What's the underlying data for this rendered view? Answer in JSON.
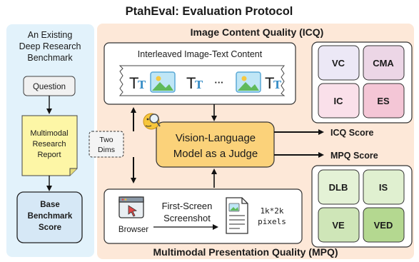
{
  "title": "PtahEval: Evaluation Protocol",
  "left_panel": {
    "heading_line1": "An Existing",
    "heading_line2": "Deep Research",
    "heading_line3": "Benchmark",
    "question_label": "Question",
    "report_line1": "Multimodal",
    "report_line2": "Research",
    "report_line3": "Report",
    "base_line1": "Base",
    "base_line2": "Benchmark",
    "base_line3": "Score"
  },
  "two_dims": {
    "line1": "Two",
    "line2": "Dims"
  },
  "icq_panel": {
    "heading": "Image Content Quality (ICQ)",
    "content_box_title": "Interleaved Image-Text Content",
    "text_glyph": "T",
    "ellipsis": "···"
  },
  "judge": {
    "line1": "Vision-Language",
    "line2": "Model as a Judge"
  },
  "icq_score_label": "ICQ Score",
  "mpq_score_label": "MPQ Score",
  "icq_metrics": [
    "VC",
    "CMA",
    "IC",
    "ES"
  ],
  "mpq_panel": {
    "heading": "Multimodal Presentation Quality (MPQ)",
    "browser_label": "Browser",
    "screenshot_line1": "First-Screen",
    "screenshot_line2": "Screenshot",
    "pixels_line1": "1k*2k",
    "pixels_line2": "pixels"
  },
  "mpq_metrics": [
    "DLB",
    "IS",
    "VE",
    "VED"
  ],
  "colors": {
    "left_bg": "#e2f2fb",
    "right_bg": "#fde8d8",
    "judge": "#fbd27a",
    "report": "#fdf6a6",
    "base": "#d6e8f6",
    "vc": "#ece8f6",
    "cma": "#ecd6e6",
    "ic": "#fae0ea",
    "es": "#f4c6d6",
    "dlb": "#e4f2d6",
    "is": "#e0f0d0",
    "ve": "#cfe6b8",
    "ved": "#b4d890"
  }
}
